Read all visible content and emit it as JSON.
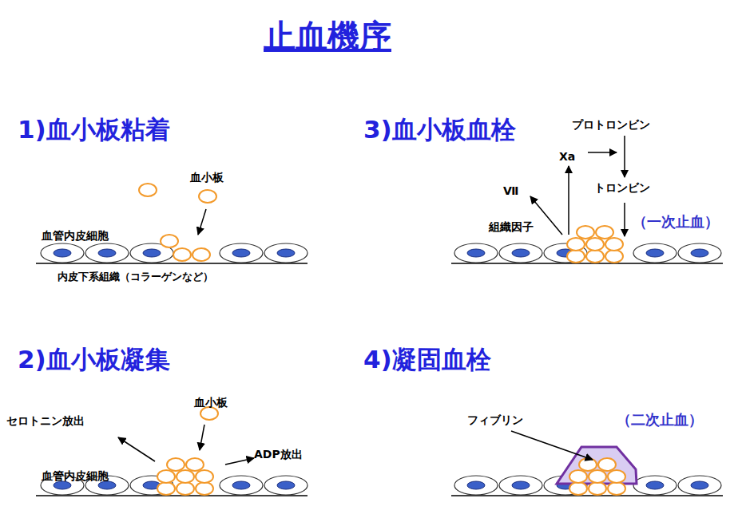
{
  "diagram": {
    "title": "止血機序",
    "labels": [
      "1)血小板粘着",
      "血小板",
      "血管内皮細胞",
      "内皮下系組織（コラーゲンなど）",
      "3)血小板血栓",
      "プロトロンビン",
      "Xa",
      "Ⅶ",
      "トロンビン",
      "組織因子",
      "（一次止血）",
      "2)血小板凝集",
      "血小板",
      "セロトニン放出",
      "ADP放出",
      "血管内皮細胞",
      "4)凝固血栓",
      "フィブリン",
      "（二次止血）"
    ]
  }
}
